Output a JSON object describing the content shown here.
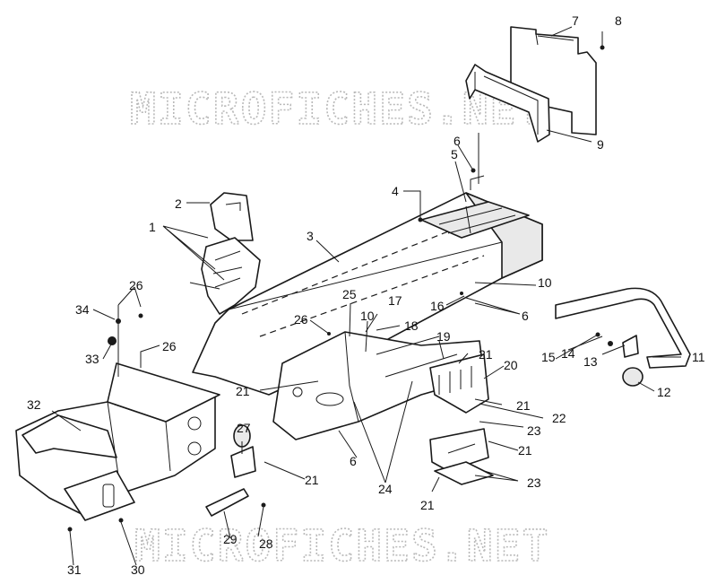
{
  "watermark": "MICROFICHES.NET",
  "callouts": {
    "c1": "1",
    "c2": "2",
    "c3": "3",
    "c4": "4",
    "c5": "5",
    "c6a": "6",
    "c6b": "6",
    "c6c": "6",
    "c7": "7",
    "c8": "8",
    "c9": "9",
    "c10a": "10",
    "c10b": "10",
    "c11": "11",
    "c12": "12",
    "c13": "13",
    "c14": "14",
    "c15": "15",
    "c16": "16",
    "c17": "17",
    "c18": "18",
    "c19": "19",
    "c20": "20",
    "c21a": "21",
    "c21b": "21",
    "c21c": "21",
    "c21d": "21",
    "c21e": "21",
    "c21f": "21",
    "c22": "22",
    "c23a": "23",
    "c23b": "23",
    "c24": "24",
    "c25": "25",
    "c26a": "26",
    "c26b": "26",
    "c26c": "26",
    "c27": "27",
    "c28": "28",
    "c29": "29",
    "c30": "30",
    "c31": "31",
    "c32": "32",
    "c33": "33",
    "c34": "34"
  }
}
